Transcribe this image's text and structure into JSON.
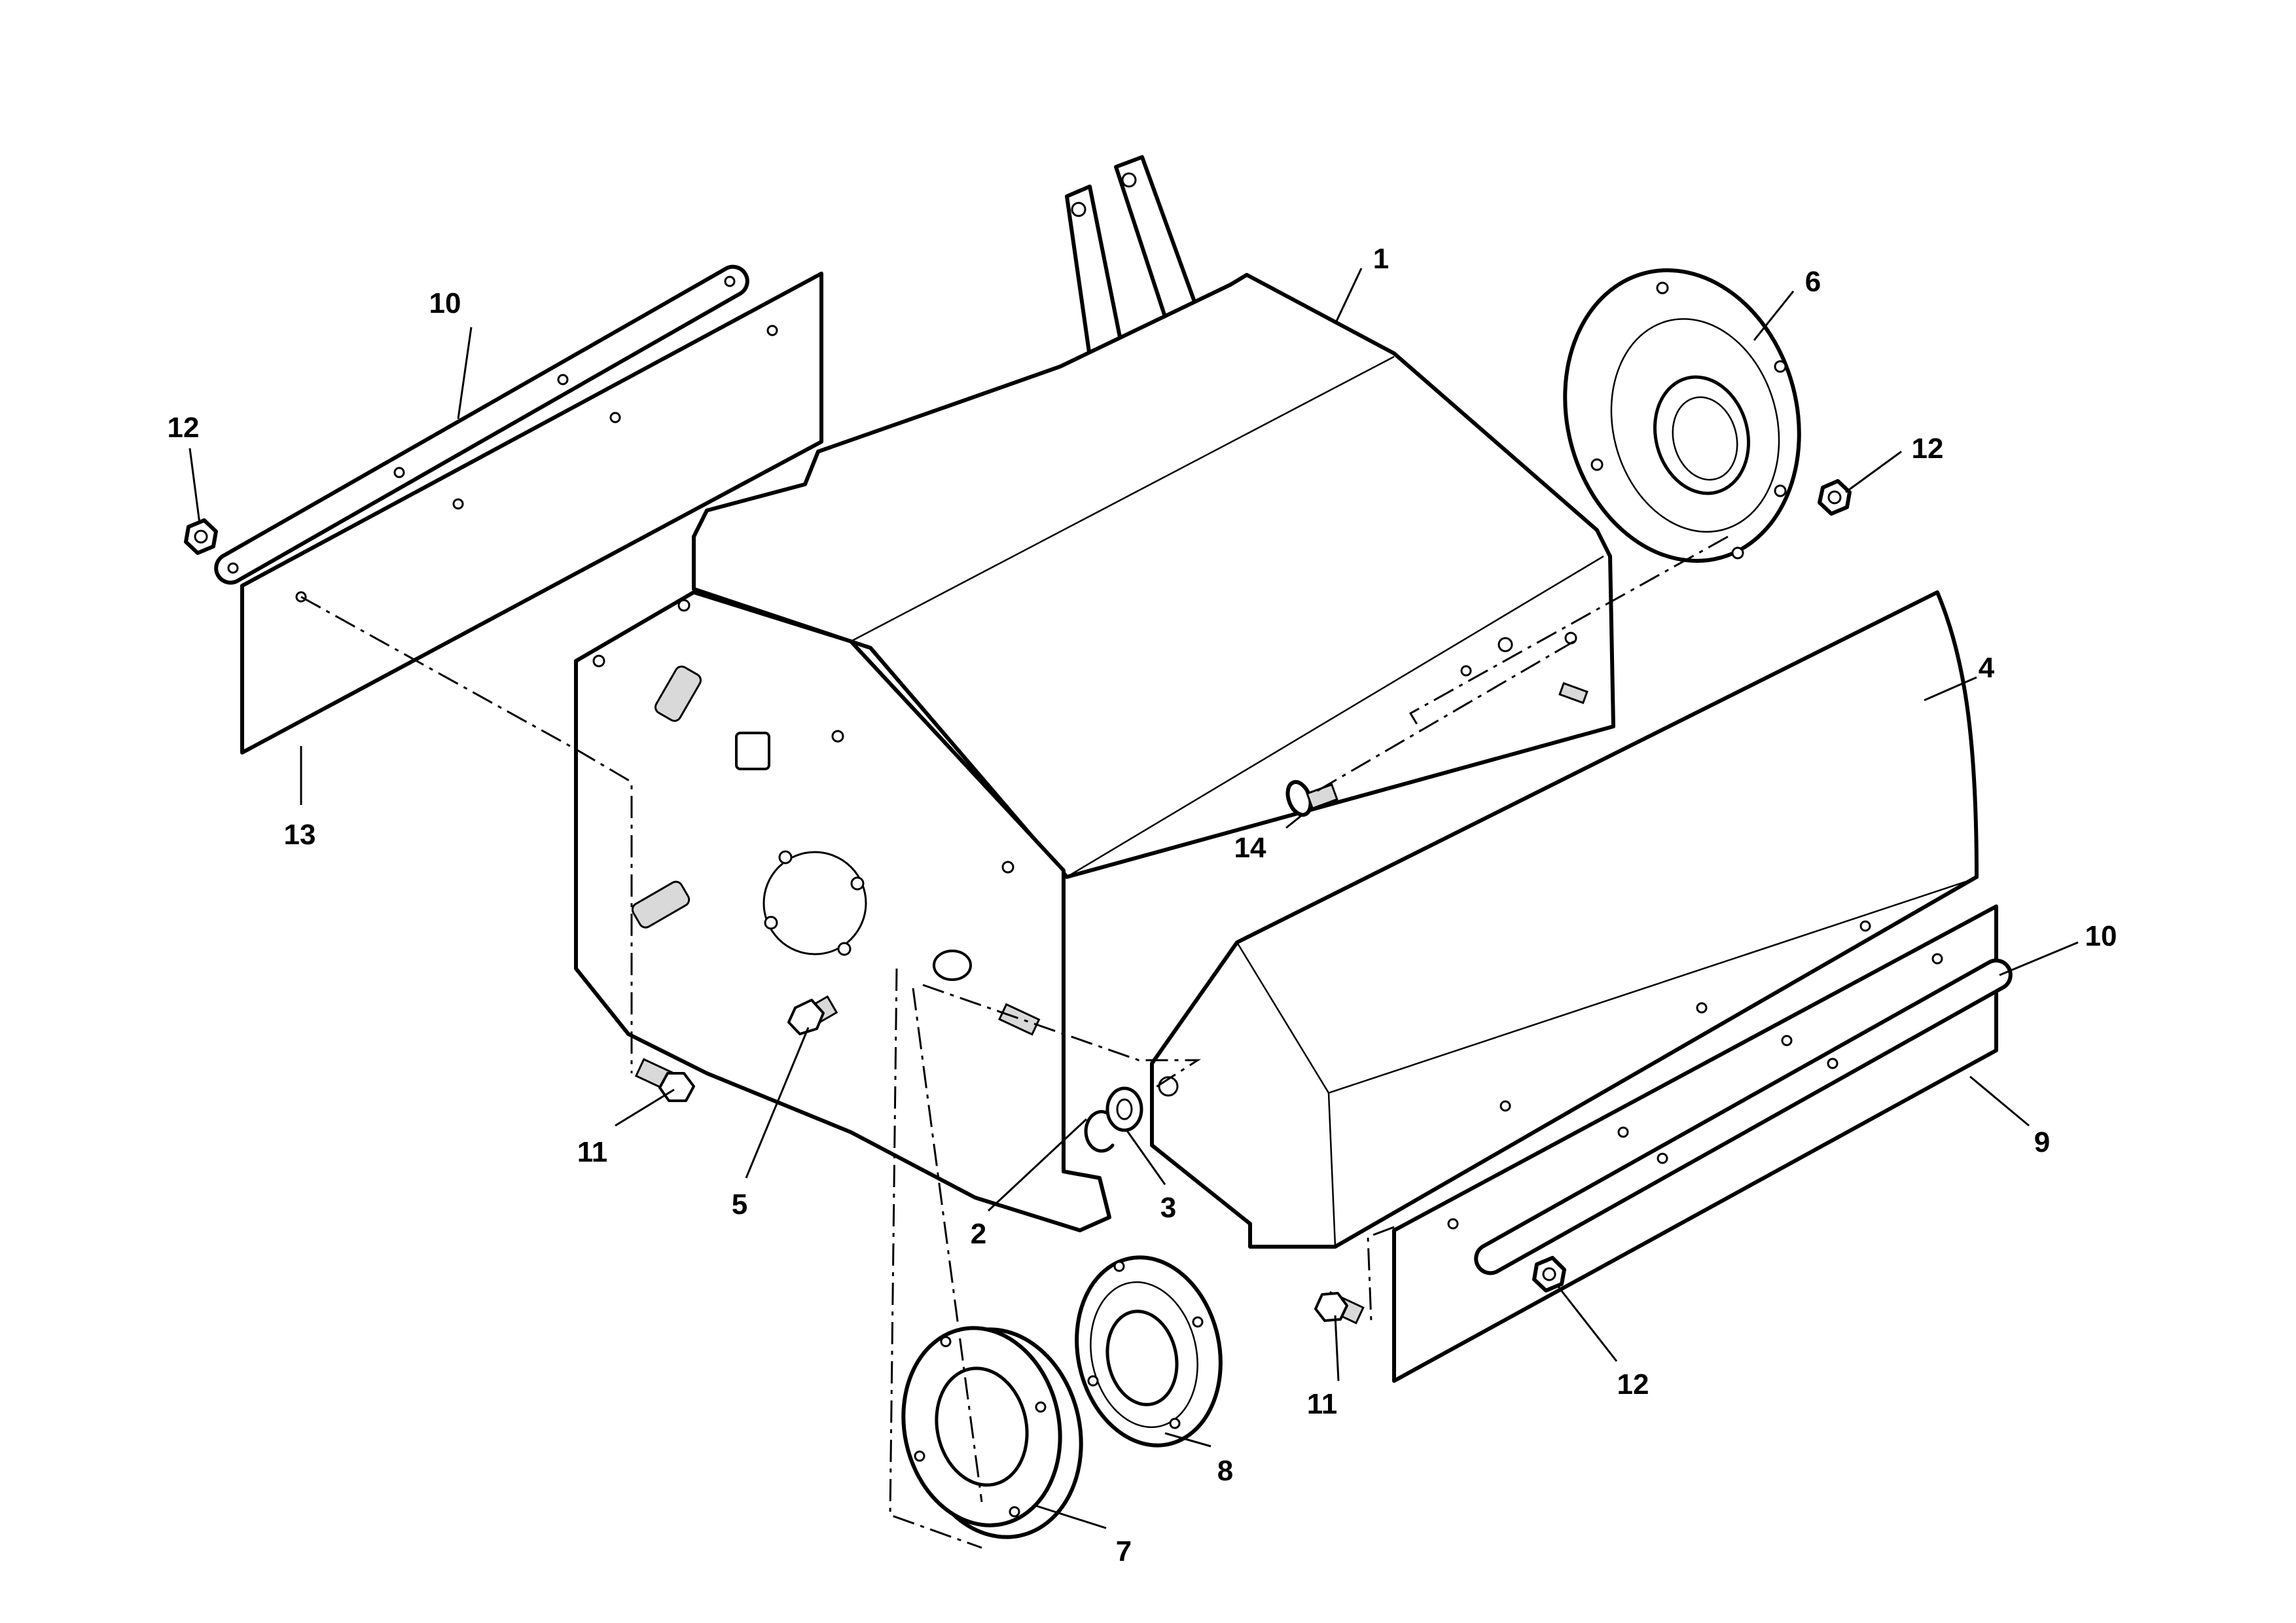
{
  "callouts": [
    {
      "id": "1",
      "label": "1"
    },
    {
      "id": "2",
      "label": "2"
    },
    {
      "id": "3",
      "label": "3"
    },
    {
      "id": "4",
      "label": "4"
    },
    {
      "id": "5",
      "label": "5"
    },
    {
      "id": "6",
      "label": "6"
    },
    {
      "id": "7",
      "label": "7"
    },
    {
      "id": "8",
      "label": "8"
    },
    {
      "id": "9",
      "label": "9"
    },
    {
      "id": "10a",
      "label": "10"
    },
    {
      "id": "10b",
      "label": "10"
    },
    {
      "id": "11a",
      "label": "11"
    },
    {
      "id": "11b",
      "label": "11"
    },
    {
      "id": "12a",
      "label": "12"
    },
    {
      "id": "12b",
      "label": "12"
    },
    {
      "id": "12c",
      "label": "12"
    },
    {
      "id": "13",
      "label": "13"
    },
    {
      "id": "14",
      "label": "14"
    }
  ]
}
